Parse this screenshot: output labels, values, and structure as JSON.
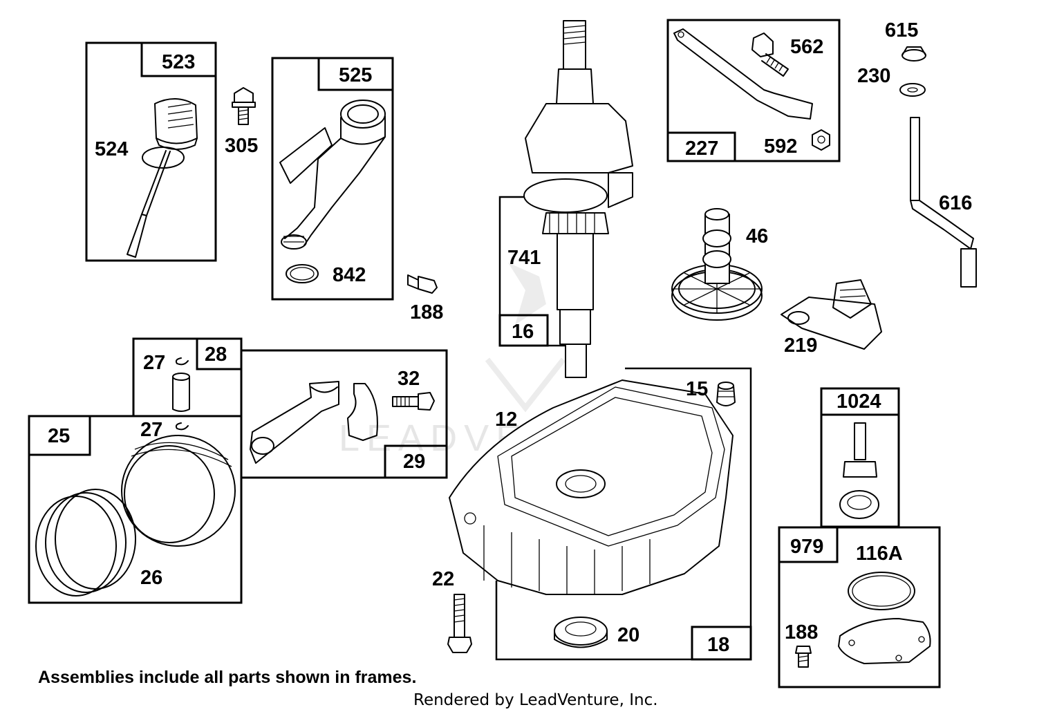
{
  "labels": {
    "l523": "523",
    "l524": "524",
    "l305": "305",
    "l525": "525",
    "l842": "842",
    "l188a": "188",
    "l741": "741",
    "l16": "16",
    "l562": "562",
    "l227": "227",
    "l592": "592",
    "l615": "615",
    "l230": "230",
    "l616": "616",
    "l46": "46",
    "l219": "219",
    "l28": "28",
    "l27a": "27",
    "l27b": "27",
    "l25": "25",
    "l26": "26",
    "l32": "32",
    "l29": "29",
    "l12": "12",
    "l15": "15",
    "l18": "18",
    "l20": "20",
    "l22": "22",
    "l1024": "1024",
    "l979": "979",
    "l116A": "116A",
    "l188b": "188"
  },
  "note": "Assemblies include all parts shown in frames.",
  "credit": "Rendered by LeadVenture, Inc.",
  "watermark": "LEADVENTURE"
}
